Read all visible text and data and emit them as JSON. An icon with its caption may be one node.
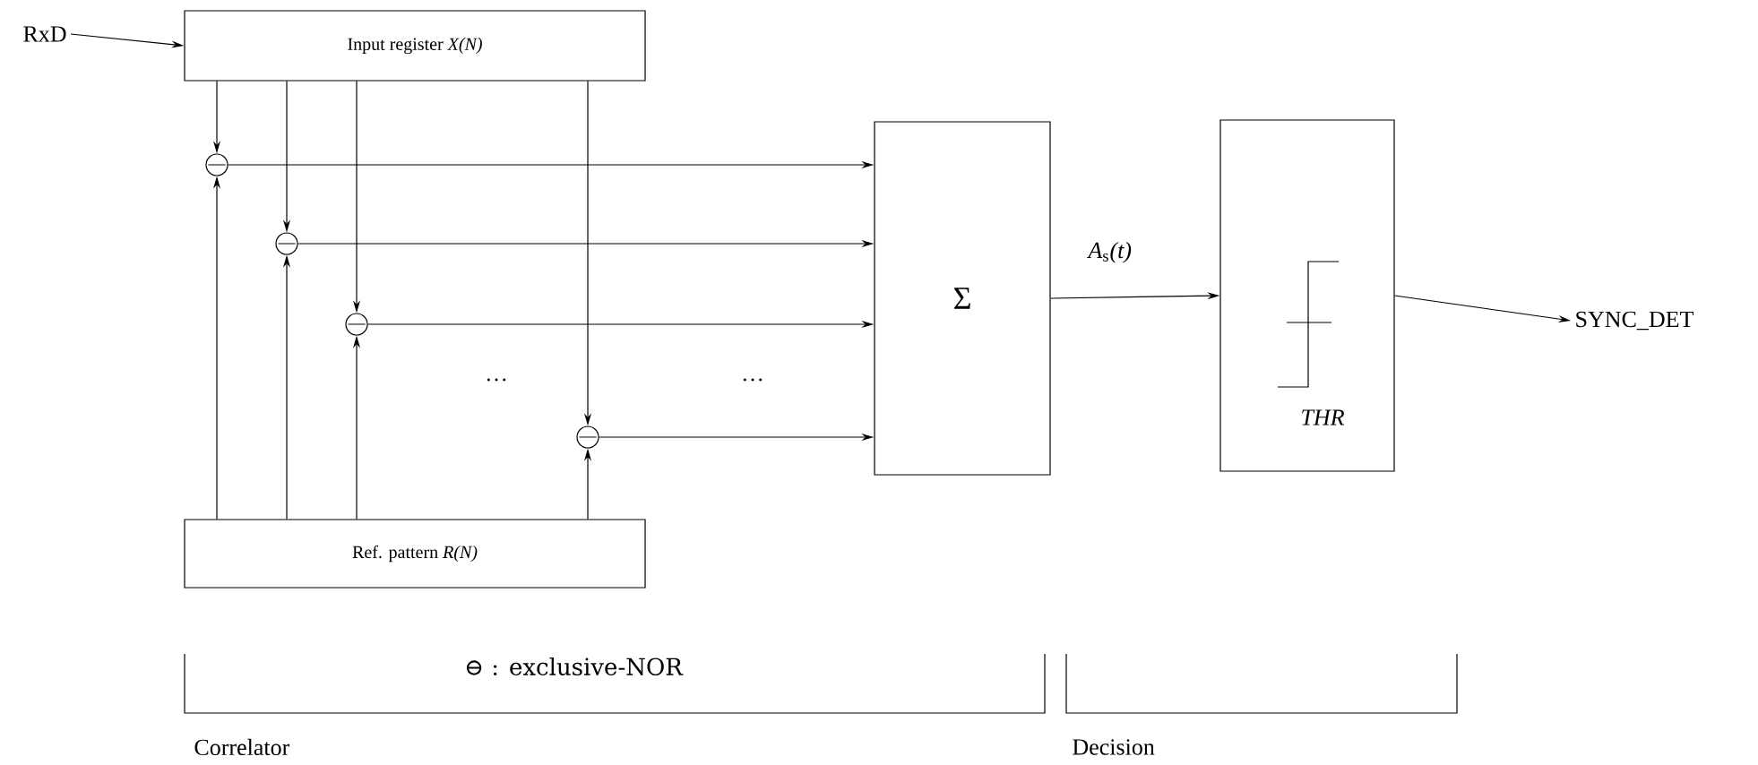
{
  "diagram": {
    "nodes": [
      {
        "text": [
          "RxD"
        ]
      },
      {
        "text": [
          "Input register *X(N)*"
        ]
      },
      {
        "text": [
          "Ref. pattern *R(N)*"
        ]
      },
      {
        "text": [],
        "shape": "circle"
      },
      {
        "text": [],
        "shape": "circle"
      },
      {
        "text": [],
        "shape": "circle"
      },
      {
        "text": [],
        "shape": "circle"
      },
      {
        "text": [
          "Σ"
        ]
      },
      {
        "text": [
          "THR"
        ]
      },
      {
        "text": [
          "SYNC_DET"
        ]
      }
    ],
    "edges": [
      {
        "from": 0,
        "to": 1,
        "arrow": "to"
      },
      {
        "from": 1,
        "to": 3,
        "arrow": "to"
      },
      {
        "from": 1,
        "to": 4,
        "arrow": "to"
      },
      {
        "from": 1,
        "to": 5,
        "arrow": "to"
      },
      {
        "from": 1,
        "to": 6,
        "arrow": "to"
      },
      {
        "from": 2,
        "to": 3,
        "arrow": "to"
      },
      {
        "from": 2,
        "to": 4,
        "arrow": "to"
      },
      {
        "from": 2,
        "to": 5,
        "arrow": "to"
      },
      {
        "from": 2,
        "to": 6,
        "arrow": "to"
      },
      {
        "from": 3,
        "to": 7,
        "arrow": "to"
      },
      {
        "from": 4,
        "to": 7,
        "arrow": "to"
      },
      {
        "from": 5,
        "to": 7,
        "arrow": "to"
      },
      {
        "from": 6,
        "to": 7,
        "arrow": "to"
      },
      {
        "from": 7,
        "to": 8,
        "arrow": "to",
        "label": "*A*$_{s}$*(t)*"
      },
      {
        "from": 8,
        "to": 9,
        "arrow": "to"
      }
    ],
    "labels": [
      "…",
      "…",
      "⊖ : exclusive-NOR",
      "Correlator",
      "Decision"
    ]
  }
}
